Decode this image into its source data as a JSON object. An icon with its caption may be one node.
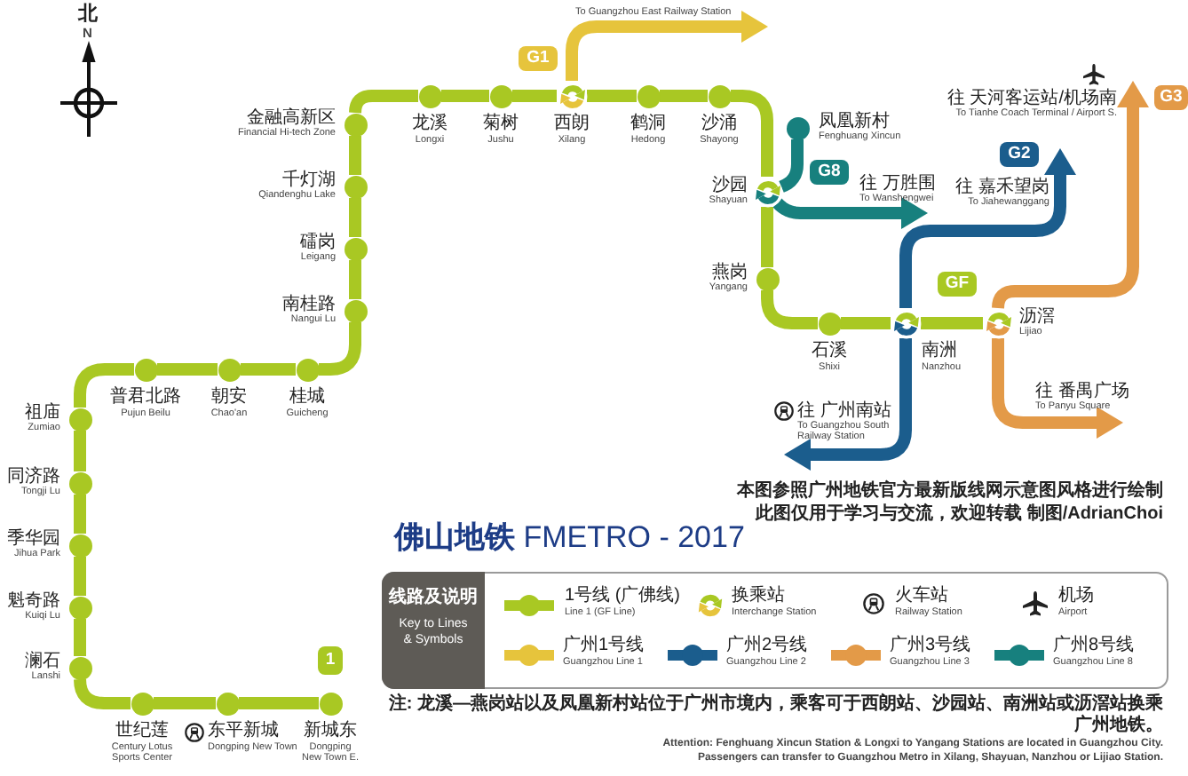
{
  "diagram": {
    "title": "**佛山地铁** FMETRO - 2017",
    "nodes": [
      {
        "text": [],
        "shape": "circle",
        "beside": [
          "新城东",
          "Dongping New Town E."
        ]
      },
      {
        "text": [],
        "shape": "circle",
        "beside": [
          "东平新城",
          "Dongping New Town"
        ]
      },
      {
        "text": [],
        "shape": "circle",
        "beside": [
          "世纪莲",
          "Century Lotus Sports Center"
        ]
      },
      {
        "text": [],
        "shape": "circle",
        "beside": [
          "澜石",
          "Lanshi"
        ]
      },
      {
        "text": [],
        "shape": "circle",
        "beside": [
          "魁奇路",
          "Kuiqi Lu"
        ]
      },
      {
        "text": [],
        "shape": "circle",
        "beside": [
          "季华园",
          "Jihua Park"
        ]
      },
      {
        "text": [],
        "shape": "circle",
        "beside": [
          "同济路",
          "Tongji Lu"
        ]
      },
      {
        "text": [],
        "shape": "circle",
        "beside": [
          "祖庙",
          "Zumiao"
        ]
      },
      {
        "text": [],
        "shape": "circle",
        "beside": [
          "普君北路",
          "Pujun Beilu"
        ]
      },
      {
        "text": [],
        "shape": "circle",
        "beside": [
          "朝安",
          "Chao'an"
        ]
      },
      {
        "text": [],
        "shape": "circle",
        "beside": [
          "桂城",
          "Guicheng"
        ]
      },
      {
        "text": [],
        "shape": "circle",
        "beside": [
          "南桂路",
          "Nangui Lu"
        ]
      },
      {
        "text": [],
        "shape": "circle",
        "beside": [
          "礌岗",
          "Leigang"
        ]
      },
      {
        "text": [],
        "shape": "circle",
        "beside": [
          "千灯湖",
          "Qiandenghu Lake"
        ]
      },
      {
        "text": [],
        "shape": "circle",
        "beside": [
          "金融高新区",
          "Financial Hi-tech Zone"
        ]
      },
      {
        "text": [],
        "shape": "circle",
        "beside": [
          "龙溪",
          "Longxi"
        ]
      },
      {
        "text": [],
        "shape": "circle",
        "beside": [
          "菊树",
          "Jushu"
        ]
      },
      {
        "text": [],
        "shape": "ring",
        "beside": [
          "西朗",
          "Xilang"
        ]
      },
      {
        "text": [],
        "shape": "circle",
        "beside": [
          "鹤洞",
          "Hedong"
        ]
      },
      {
        "text": [],
        "shape": "circle",
        "beside": [
          "沙涌",
          "Shayong"
        ]
      },
      {
        "text": [],
        "shape": "ring",
        "beside": [
          "沙园",
          "Shayuan"
        ]
      },
      {
        "text": [],
        "shape": "circle",
        "beside": [
          "燕岗",
          "Yangang"
        ]
      },
      {
        "text": [],
        "shape": "circle",
        "beside": [
          "石溪",
          "Shixi"
        ]
      },
      {
        "text": [],
        "shape": "ring",
        "beside": [
          "南洲",
          "Nanzhou"
        ]
      },
      {
        "text": [],
        "shape": "ring",
        "beside": [
          "沥滘",
          "Lijiao"
        ]
      },
      {
        "text": [],
        "shape": "circle",
        "beside": [
          "凤凰新村",
          "Fenghuang Xincun"
        ]
      },
      {
        "text": [
          "1"
        ]
      },
      {
        "text": [
          "G1"
        ]
      },
      {
        "text": [
          "G8"
        ]
      },
      {
        "text": [
          "G2"
        ]
      },
      {
        "text": [
          "GF"
        ]
      },
      {
        "text": [
          "G3"
        ]
      },
      {
        "text": [
          "线路及说明",
          "Key to Lines & Symbols"
        ]
      },
      {
        "text": [
          "To Guangzhou East Railway Station"
        ]
      },
      {
        "text": [
          "往 万胜围",
          "To Wanshengwei"
        ]
      },
      {
        "text": [
          "往 嘉禾望岗",
          "To Jiahewanggang"
        ]
      },
      {
        "text": [
          "往 天河客运站/机场南",
          "To Tianhe Coach Terminal / Airport S."
        ]
      },
      {
        "text": [
          "往 番禺广场",
          "To Panyu Square"
        ]
      },
      {
        "text": [
          "往 广州南站",
          "To Guangzhou South Railway Station"
        ]
      }
    ],
    "edges": [
      {
        "from": 0,
        "to": 1,
        "arrow": "none"
      },
      {
        "from": 1,
        "to": 2,
        "arrow": "none"
      },
      {
        "from": 2,
        "to": 3,
        "arrow": "none"
      },
      {
        "from": 3,
        "to": 4,
        "arrow": "none"
      },
      {
        "from": 4,
        "to": 5,
        "arrow": "none"
      },
      {
        "from": 5,
        "to": 6,
        "arrow": "none"
      },
      {
        "from": 6,
        "to": 7,
        "arrow": "none"
      },
      {
        "from": 7,
        "to": 8,
        "arrow": "none"
      },
      {
        "from": 8,
        "to": 9,
        "arrow": "none"
      },
      {
        "from": 9,
        "to": 10,
        "arrow": "none"
      },
      {
        "from": 10,
        "to": 11,
        "arrow": "none"
      },
      {
        "from": 11,
        "to": 12,
        "arrow": "none"
      },
      {
        "from": 12,
        "to": 13,
        "arrow": "none"
      },
      {
        "from": 13,
        "to": 14,
        "arrow": "none"
      },
      {
        "from": 14,
        "to": 15,
        "arrow": "none"
      },
      {
        "from": 15,
        "to": 16,
        "arrow": "none"
      },
      {
        "from": 16,
        "to": 17,
        "arrow": "none"
      },
      {
        "from": 17,
        "to": 18,
        "arrow": "none"
      },
      {
        "from": 18,
        "to": 19,
        "arrow": "none"
      },
      {
        "from": 19,
        "to": 20,
        "arrow": "none"
      },
      {
        "from": 20,
        "to": 21,
        "arrow": "none"
      },
      {
        "from": 21,
        "to": 22,
        "arrow": "none"
      },
      {
        "from": 22,
        "to": 23,
        "arrow": "none"
      },
      {
        "from": 23,
        "to": 24,
        "arrow": "none"
      },
      {
        "from": 17,
        "to": 33,
        "arrow": "to",
        "color": "#e6c43c"
      },
      {
        "from": 25,
        "to": 20,
        "arrow": "none",
        "color": "#17807e"
      },
      {
        "from": 20,
        "to": 34,
        "arrow": "to",
        "color": "#17807e"
      },
      {
        "from": 23,
        "to": 35,
        "arrow": "to",
        "color": "#1b5d8d"
      },
      {
        "from": 23,
        "to": 38,
        "arrow": "to",
        "color": "#1b5d8d"
      },
      {
        "from": 24,
        "to": 36,
        "arrow": "to",
        "color": "#e39a48"
      },
      {
        "from": 24,
        "to": 37,
        "arrow": "to",
        "color": "#e39a48"
      }
    ],
    "labels": [
      "北",
      "N",
      "本图参照广州地铁官方最新版线网示意图风格进行绘制",
      "此图仅用于学习与交流，欢迎转载 制图/AdrianChoi",
      "Line 1 (GF Line)",
      "Interchange Station",
      "Railway Station",
      "Airport",
      "Guangzhou Line 1",
      "Guangzhou Line 2",
      "Guangzhou Line 3",
      "Guangzhou Line 8",
      "注: 龙溪—燕岗站以及凤凰新村站位于广州市境内，乘客可于西朗站、沙园站、南洲站或沥滘站换乘广州地铁。",
      "Attention: Fenghuang Xincun Station & Longxi to Yangang Stations are located in Guangzhou City.",
      "Passengers can transfer to Guangzhou Metro in Xilang, Shayuan, Nanzhou or Lijiao Station."
    ],
    "legend": [
      {
        "text": "1号线 (广佛线)",
        "color": "#a9c823"
      },
      {
        "text": "换乘站"
      },
      {
        "text": "火车站"
      },
      {
        "text": "机场"
      },
      {
        "text": "广州1号线",
        "color": "#e6c43c"
      },
      {
        "text": "广州2号线",
        "color": "#1b5d8d"
      },
      {
        "text": "广州3号线",
        "color": "#e39a48"
      },
      {
        "text": "广州8号线",
        "color": "#17807e"
      }
    ]
  }
}
